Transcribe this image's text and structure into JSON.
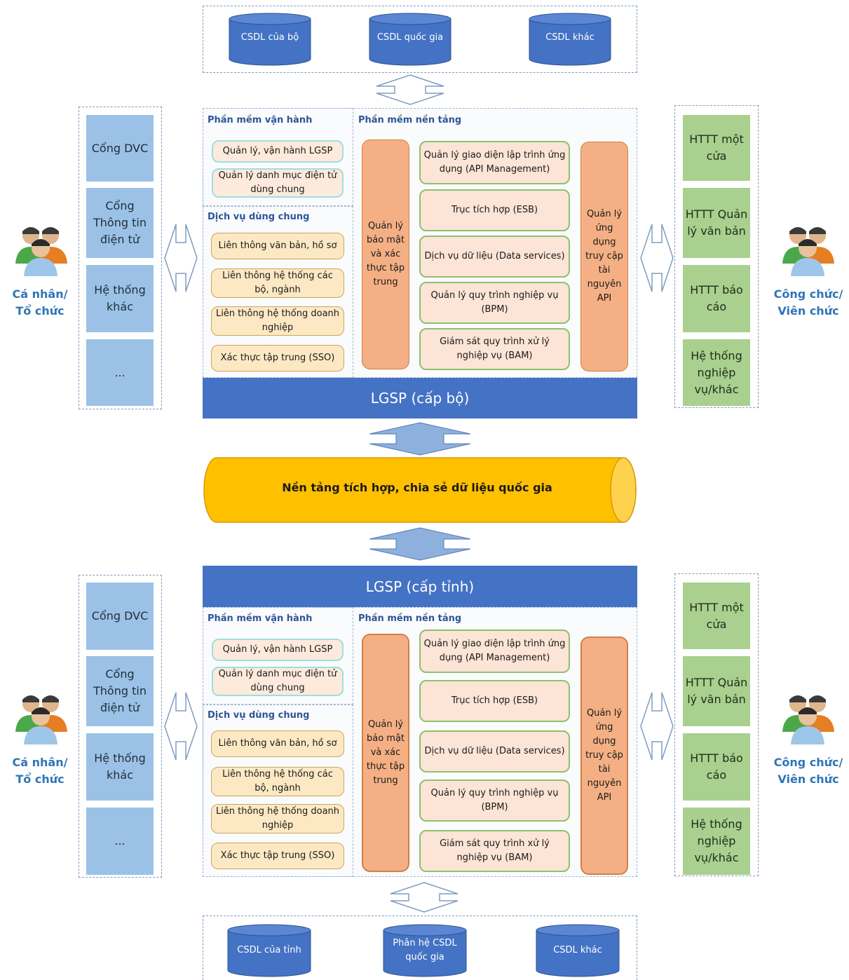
{
  "top": {
    "databases": [
      "CSDL của bộ",
      "CSDL quốc gia",
      "CSDL khác"
    ],
    "lgsp_title": "LGSP (cấp bộ)"
  },
  "bottom": {
    "databases": [
      "CSDL của tỉnh",
      "Phân hệ CSDL quốc gia",
      "CSDL khác"
    ],
    "lgsp_title": "LGSP (cấp tỉnh)"
  },
  "national_platform": "Nền tảng tích hợp, chia sẻ dữ liệu quốc gia",
  "left_actor": "Cá nhân/ Tổ chức",
  "right_actor": "Công chức/ Viên chức",
  "left_items": [
    "Cổng DVC",
    "Cổng Thông tin điện tử",
    "Hệ thống khác",
    "..."
  ],
  "right_items": [
    "HTTT một cửa",
    "HTTT Quản lý văn bản",
    "HTTT báo cáo",
    "Hệ thống nghiệp vụ/khác"
  ],
  "operating_software": {
    "title": "Phần mềm vận hành",
    "items": [
      "Quản lý, vận hành LGSP",
      "Quản lý danh mục điện tử dùng chung"
    ]
  },
  "shared_services": {
    "title": "Dịch vụ dùng chung",
    "items": [
      "Liên thông văn bản, hồ sơ",
      "Liên thông hệ thống các bộ, ngành",
      "Liên thông hệ thống doanh nghiệp",
      "Xác thực tập trung (SSO)"
    ]
  },
  "platform_software": {
    "title": "Phần mềm nền tảng",
    "left_column": "Quản lý bảo mật và xác thực tập trung",
    "right_column": "Quản lý ứng dụng truy cập tài nguyên API",
    "items": [
      "Quản lý giao diện lập trình ứng dụng (API Management)",
      "Trục tích hợp (ESB)",
      "Dịch vụ dữ liệu (Data services)",
      "Quản lý quy trình nghiệp vụ (BPM)",
      "Giám sát quy trình xử lý nghiệp vụ (BAM)"
    ]
  },
  "colors": {
    "lgsp": "#4472c4",
    "database": "#4472c4",
    "national_platform": "#ffc000",
    "left_box": "#9bc2e6",
    "right_box": "#a9d08e",
    "security_column": "#f4b084"
  }
}
